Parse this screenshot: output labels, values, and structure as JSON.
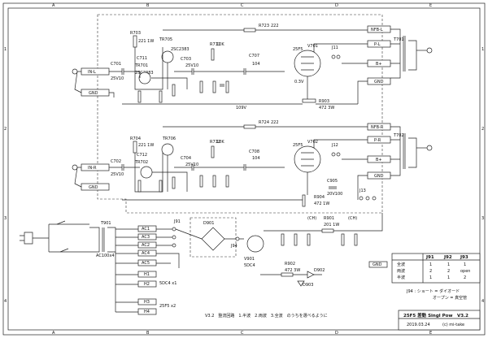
{
  "frame": {
    "col_labels": [
      "A",
      "B",
      "C",
      "D",
      "E"
    ],
    "row_labels": [
      "1",
      "2",
      "3",
      "4"
    ]
  },
  "upper_channel": {
    "input_label": "IN-L",
    "gnd_label": "GND",
    "parts": {
      "c701": "C701",
      "c701v": "25V10",
      "r703": "R703",
      "r703v": "221 1W",
      "tr705": "TR705",
      "tr705v": "2SC2383",
      "c711": "C711",
      "tr701": "TR701",
      "tr701v": "2SC2383",
      "c703": "C703",
      "c703v": "25V10",
      "r711": "R711",
      "r711v": "10K",
      "c707": "C707",
      "c707v": "104",
      "r723": "R723",
      "r723v": "222",
      "v701": "V701",
      "tube": "25F5",
      "j11": "J11",
      "r903": "R903",
      "r903v": "472 3W",
      "b109": "109V",
      "pr": "0.3V"
    },
    "nfb": "NFB-L",
    "pl": "P-L",
    "bplus": "B+",
    "gnd2": "GND",
    "xfmr": "T701"
  },
  "lower_channel": {
    "input_label": "IN-R",
    "gnd_label": "GND",
    "parts": {
      "c702": "C702",
      "c702v": "25V10",
      "r704": "R704",
      "r704v": "221 1W",
      "tr706": "TR706",
      "c712": "C712",
      "tr702": "TR702",
      "c704": "C704",
      "c704v": "25V10",
      "r712": "R712",
      "r712v": "10K",
      "c708": "C708",
      "c708v": "104",
      "r724": "R724",
      "r724v": "222",
      "v702": "V702",
      "tube": "25F5",
      "j12": "J12",
      "c905": "C905",
      "c905v": "20V100",
      "r904": "R904",
      "r904v": "472 1W",
      "j13": "J13"
    },
    "nfb": "NFB-R",
    "pr": "P-R",
    "bplus": "B+",
    "gnd2": "GND",
    "xfmr": "T702"
  },
  "power_section": {
    "t901": "T901",
    "t901v": "AC100x4",
    "ac_labels": [
      "AC1",
      "AC3",
      "AC2",
      "AC4",
      "AC5"
    ],
    "j91": "J91",
    "d901": "D901",
    "j94": "J94",
    "r901": "R901",
    "r901v": "201 1W",
    "v901": "V901",
    "v901v": "5DC4",
    "r902": "R902",
    "r902v": "472 3W",
    "d902": "D902",
    "d903": "D903",
    "gnd": "GND",
    "heater_labels": [
      "H1",
      "H2",
      "H3",
      "H4"
    ],
    "heater_note_1": "5DC4 x1",
    "heater_note_2": "25F5 x2",
    "c_labels": [
      "(CH)",
      "(CH)"
    ]
  },
  "jumper_table": {
    "headers": [
      "J91",
      "J92",
      "J93"
    ],
    "rows": [
      {
        "label": "全波",
        "vals": [
          "1",
          "1",
          "1"
        ]
      },
      {
        "label": "両波",
        "vals": [
          "2",
          "2",
          "open"
        ]
      },
      {
        "label": "半波",
        "vals": [
          "1",
          "1",
          "2"
        ]
      }
    ],
    "note1": "J94 : ショート = ダイオード",
    "note2": "オープン = 真空管"
  },
  "footer": {
    "version_note": "V3.2　整流回路　1.半波　2.両波　3.全波　のうちを選べるように",
    "title": "25F5 差動 Singl Pow　V3.2",
    "date": "2019.03.24",
    "credit": "(c) mi-take"
  }
}
